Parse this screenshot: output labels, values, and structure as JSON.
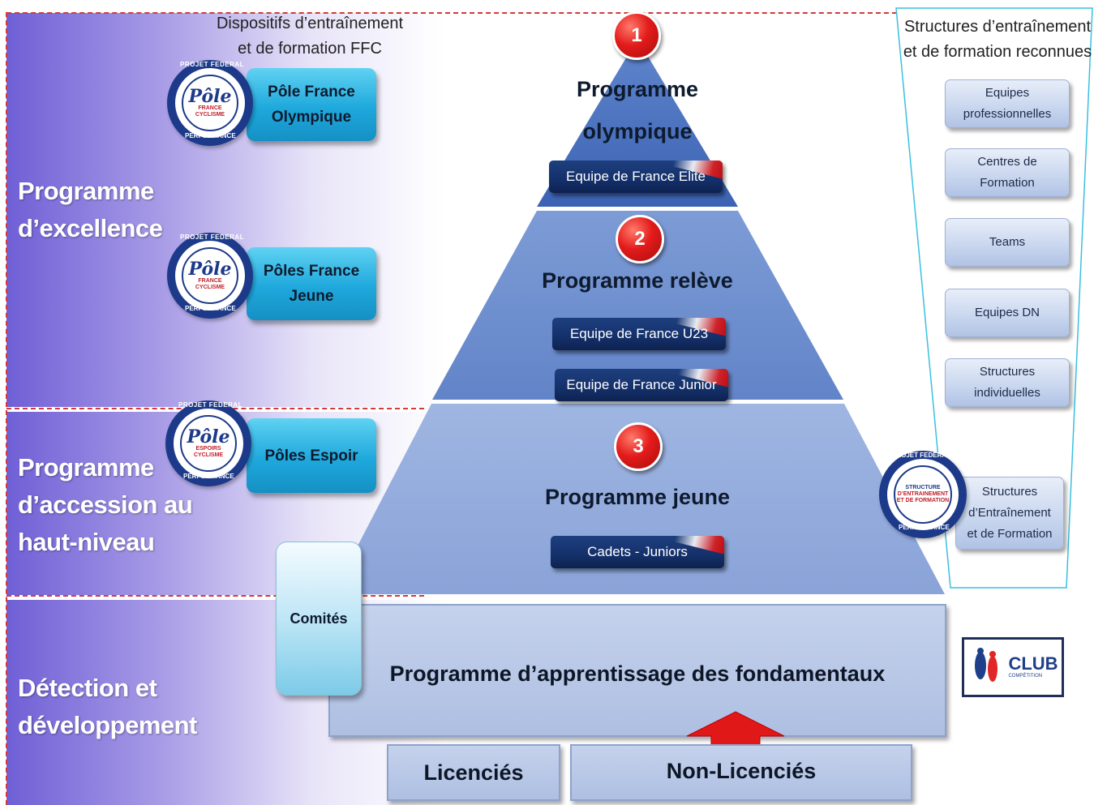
{
  "left_header": "Dispositifs d’entraînement et de formation FFC",
  "left_header_lines": [
    "Dispositifs d’entraînement",
    "et de formation FFC"
  ],
  "right_header_lines": [
    "Structures d’entraînement",
    "et de formation reconnues"
  ],
  "bands": [
    {
      "lines": [
        "Programme",
        "d’excellence"
      ]
    },
    {
      "lines": [
        "Programme",
        "d’accession au",
        "haut-niveau"
      ]
    },
    {
      "lines": [
        "Détection et",
        "développement"
      ]
    }
  ],
  "ffc_buttons": [
    {
      "lines": [
        "Pôle France",
        "Olympique"
      ]
    },
    {
      "lines": [
        "Pôles France",
        "Jeune"
      ]
    },
    {
      "lines": [
        "Pôles Espoir"
      ]
    }
  ],
  "seal": {
    "ring_top": "PROJET FEDERAL",
    "ring_bottom": "PERFORMANCE",
    "script": "Pôle",
    "subs": [
      "FRANCE",
      "CYCLISME",
      "ESPOIRS"
    ]
  },
  "pyramid": {
    "tier1": {
      "number": "1",
      "lines": [
        "Programme",
        "olympique"
      ],
      "teams": [
        "Equipe de France Elite"
      ]
    },
    "tier2": {
      "number": "2",
      "title": "Programme relève",
      "teams": [
        "Equipe de France U23",
        "Equipe de France Junior"
      ]
    },
    "tier3": {
      "number": "3",
      "title": "Programme jeune",
      "teams": [
        "Cadets - Juniors"
      ]
    }
  },
  "comites": "Comités",
  "base_title": "Programme d’apprentissage des fondamentaux",
  "licencies": "Licenciés",
  "non_licencies": "Non-Licenciés",
  "structures": [
    {
      "lines": [
        "Equipes",
        "professionnelles"
      ]
    },
    {
      "lines": [
        "Centres de",
        "Formation"
      ]
    },
    {
      "lines": [
        "Teams"
      ]
    },
    {
      "lines": [
        "Equipes DN"
      ]
    },
    {
      "lines": [
        "Structures",
        "individuelles"
      ]
    }
  ],
  "structure_seal": {
    "ring_top": "PROJET FEDERAL",
    "ring_bottom": "PERFORMANCE",
    "center_lines": [
      "STRUCTURE",
      "D’ENTRAINEMENT",
      "ET DE FORMATION"
    ]
  },
  "structure_entrainement": {
    "lines": [
      "Structures",
      "d’Entraînement",
      "et de Formation"
    ]
  },
  "club_logo": {
    "text": "CLUB",
    "sub": "COMPÉTITION"
  },
  "colors": {
    "band": "#6f5fd6",
    "pyramid": "#3f65b7",
    "badge": "#e31b1b",
    "flag_button": "#14306a",
    "ffc_button": "#1fa8dc",
    "dash": "#d23a3a"
  }
}
